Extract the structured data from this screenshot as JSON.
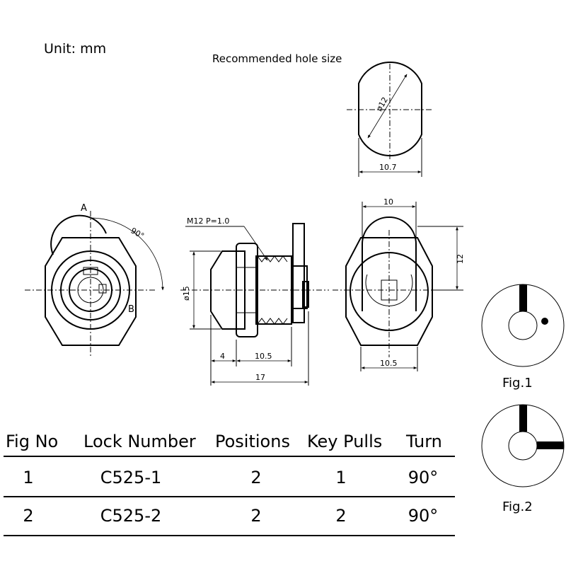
{
  "unit_label": "Unit:  mm",
  "hole_size_title": "Recommended hole size",
  "dims": {
    "hole_dia": "ø12",
    "hole_flat": "10.7",
    "thread": "M12  P=1.0",
    "angle": "90°",
    "pos_a": "A",
    "pos_b": "B",
    "body_dia": "ø15",
    "head_len": "4",
    "thread_len": "10.5",
    "total_len": "17",
    "cam_width": "10",
    "cam_height": "12",
    "bottom_width": "10.5"
  },
  "figures": {
    "fig1": "Fig.1",
    "fig2": "Fig.2"
  },
  "table": {
    "headers": [
      "Fig  No",
      "Lock  Number",
      "Positions",
      "Key  Pulls",
      "Turn"
    ],
    "rows": [
      [
        "1",
        "C525-1",
        "2",
        "1",
        "90°"
      ],
      [
        "2",
        "C525-2",
        "2",
        "2",
        "90°"
      ]
    ]
  }
}
